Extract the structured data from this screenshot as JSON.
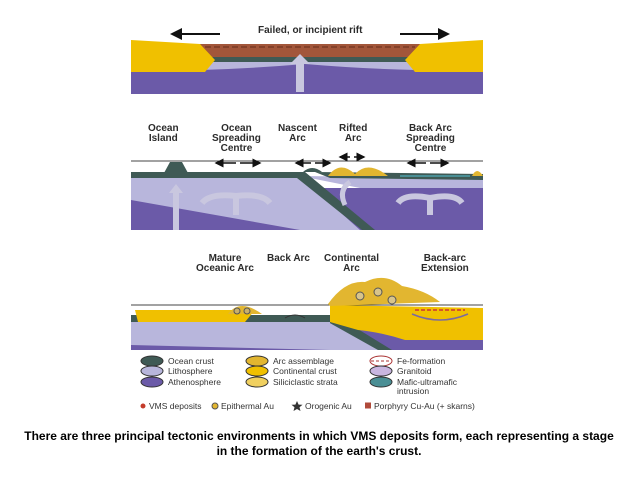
{
  "panel1": {
    "title": "Failed, or incipient rift"
  },
  "panel2": {
    "labels": [
      {
        "key": "ocean_island",
        "text": "Ocean\nIsland"
      },
      {
        "key": "ocean_spreading",
        "text": "Ocean\nSpreading\nCentre"
      },
      {
        "key": "nascent_arc",
        "text": "Nascent\nArc"
      },
      {
        "key": "rifted_arc",
        "text": "Rifted\nArc"
      },
      {
        "key": "back_arc_spreading",
        "text": "Back Arc\nSpreading\nCentre"
      }
    ]
  },
  "panel3": {
    "labels": [
      {
        "key": "mature_oceanic_arc",
        "text": "Mature\nOceanic Arc"
      },
      {
        "key": "back_arc",
        "text": "Back Arc"
      },
      {
        "key": "continental_arc",
        "text": "Continental\nArc"
      },
      {
        "key": "back_arc_extension",
        "text": "Back-arc\nExtension"
      }
    ]
  },
  "legend": {
    "col1": [
      "Ocean crust",
      "Lithosphere",
      "Athenosphere"
    ],
    "col2": [
      "Arc assemblage",
      "Continental crust",
      "Siliciclastic strata"
    ],
    "col3": [
      "Fe-formation",
      "Granitoid",
      "Mafic-ultramafic\nintrusion"
    ],
    "symbols": [
      "VMS deposits",
      "Epithermal Au",
      "Orogenic Au",
      "Porphyry Cu-Au (+ skarns)"
    ]
  },
  "colors": {
    "ocean_crust": "#3f5a55",
    "lithosphere": "#b8b6dc",
    "athenosphere": "#6b5aa8",
    "arc": "#e2b630",
    "continental": "#f0c000",
    "rift_fill": "#a2563a",
    "mafic": "#4a8f95"
  },
  "caption": "There are three principal tectonic environments in which VMS deposits form, each representing a stage in the formation of the earth's crust."
}
